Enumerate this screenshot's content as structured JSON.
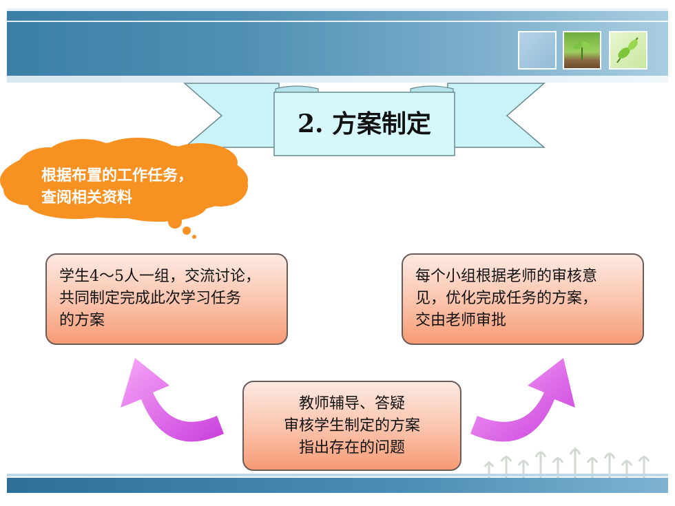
{
  "slide": {
    "title": "2. 方案制定",
    "cloud_lines": [
      "根据布置的工作任务，",
      "查阅相关资料"
    ],
    "box_left_lines": [
      "学生4～5人一组，交流讨论，",
      "共同制定完成此次学习任务",
      "的方案"
    ],
    "box_right_lines": [
      "每个小组根据老师的审核意",
      "见，优化完成任务的方案，",
      "交由老师审批"
    ],
    "box_bottom_lines": [
      "教师辅导、答疑",
      "审核学生制定的方案",
      "指出存在的问题"
    ]
  },
  "colors": {
    "header_blue": "#3c7fa6",
    "banner_cyan": "#c9f3f8",
    "cloud_orange": "#f79222",
    "box_orange": "#f69b74",
    "arrow_magenta": "#d94fe6"
  }
}
